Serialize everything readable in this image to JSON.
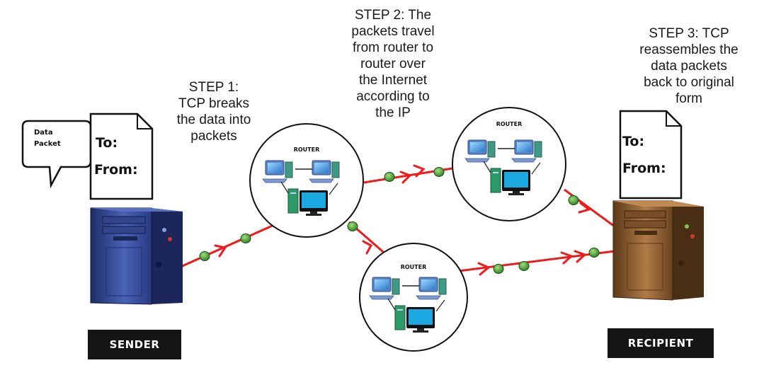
{
  "steps": {
    "step1": [
      "STEP 1:",
      "TCP breaks",
      "the data into",
      "packets"
    ],
    "step2": [
      "STEP 2: The",
      "packets travel",
      "from router to",
      "router over",
      "the Internet",
      "according to",
      "the IP"
    ],
    "step3": [
      "STEP 3: TCP",
      "reassembles the",
      "data packets",
      "back to original",
      "form"
    ]
  },
  "sender": {
    "bubble_line1": "Data",
    "bubble_line2": "Packet",
    "doc_to": "To:",
    "doc_from": "From:",
    "label": "SENDER"
  },
  "recipient": {
    "doc_to": "To:",
    "doc_from": "From:",
    "label": "RECIPIENT"
  },
  "routers": {
    "router_a": "ROUTER",
    "router_b": "ROUTER",
    "router_c": "ROUTER"
  },
  "colors": {
    "path_line": "#ee1c1c",
    "packet": "#4a9a3a",
    "sender_case": "#3a4fa0",
    "recipient_case": "#8a5a2e",
    "label_bg": "#151515"
  }
}
